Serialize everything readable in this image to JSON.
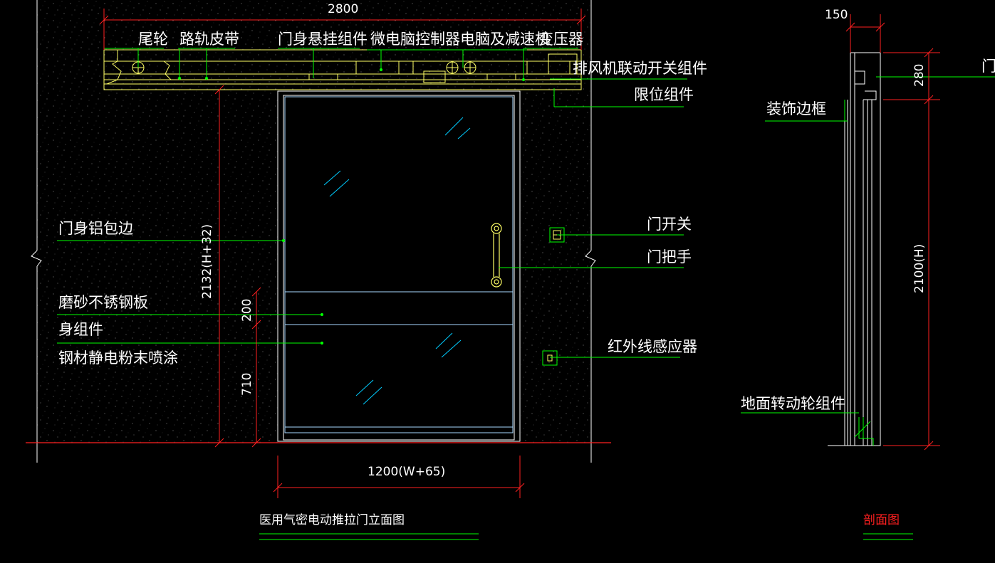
{
  "colors": {
    "background": "#000000",
    "leader": "#00ff00",
    "dimension": "#ff0000",
    "outline": "#ffff66",
    "glass_hatch": "#00ccff",
    "text": "#ffffff",
    "section_title": "#ff2020"
  },
  "elevation": {
    "labels": {
      "tail_wheel": "尾轮",
      "track_belt": "路轨皮带",
      "hanger": "门身悬挂组件",
      "controller": "微电脑控制器电脑及减速机",
      "transformer": "变压器",
      "fan_switch": "排风机联动开关组件",
      "limit": "限位组件",
      "aluminum_edge": "门身铝包边",
      "sanded_plate": "磨砂不锈钢板",
      "body_assembly": "身组件",
      "powder_coat": "钢材静电粉末喷涂",
      "door_switch": "门开关",
      "door_handle": "门把手",
      "ir_sensor": "红外线感应器"
    },
    "dims": {
      "total_width": "2800",
      "height": "2132(H+32)",
      "mid_panel": "200",
      "lower": "710",
      "door_width": "1200(W+65)"
    },
    "title": "医用气密电动推拉门立面图"
  },
  "section": {
    "labels": {
      "door": "门",
      "deco_frame": "装饰边框",
      "floor_wheel": "地面转动轮组件"
    },
    "dims": {
      "depth": "150",
      "top": "280",
      "height": "2100(H)"
    },
    "title": "剖面图"
  }
}
